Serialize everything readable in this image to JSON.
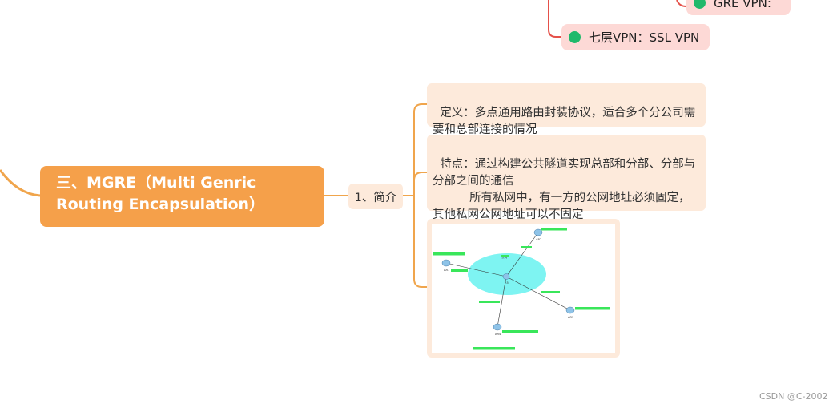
{
  "mindmap": {
    "top_items": [
      {
        "label": "GRE  VPN:"
      },
      {
        "label": "七层VPN：SSL VPN"
      }
    ],
    "main_topic": {
      "label": "三、MGRE（Multi Genric Routing Encapsulation）"
    },
    "subtopic": {
      "label": "1、简介"
    },
    "leaves": [
      {
        "text": "定义：多点通用路由封装协议，适合多个分公司需要和总部连接的情况"
      },
      {
        "text": "特点：通过构建公共隧道实现总部和分部、分部与分部之间的通信\n          所有私网中，有一方的公网地址必须固定，其他私网公网地址可以不固定"
      }
    ]
  },
  "diagram": {
    "routers": [
      {
        "label": "AR1"
      },
      {
        "label": "AR2"
      },
      {
        "label": "AR3"
      },
      {
        "label": "AR4"
      },
      {
        "label": "R5"
      }
    ],
    "cloud_label": "公网"
  },
  "watermark": "CSDN @C-2002",
  "colors": {
    "main": "#f5a04a",
    "leaf_bg": "#fdeadb",
    "pill_bg": "#fdd9d6",
    "dot": "#20b96b",
    "connector_orange": "#f0a54c",
    "connector_red": "#e5514a"
  }
}
